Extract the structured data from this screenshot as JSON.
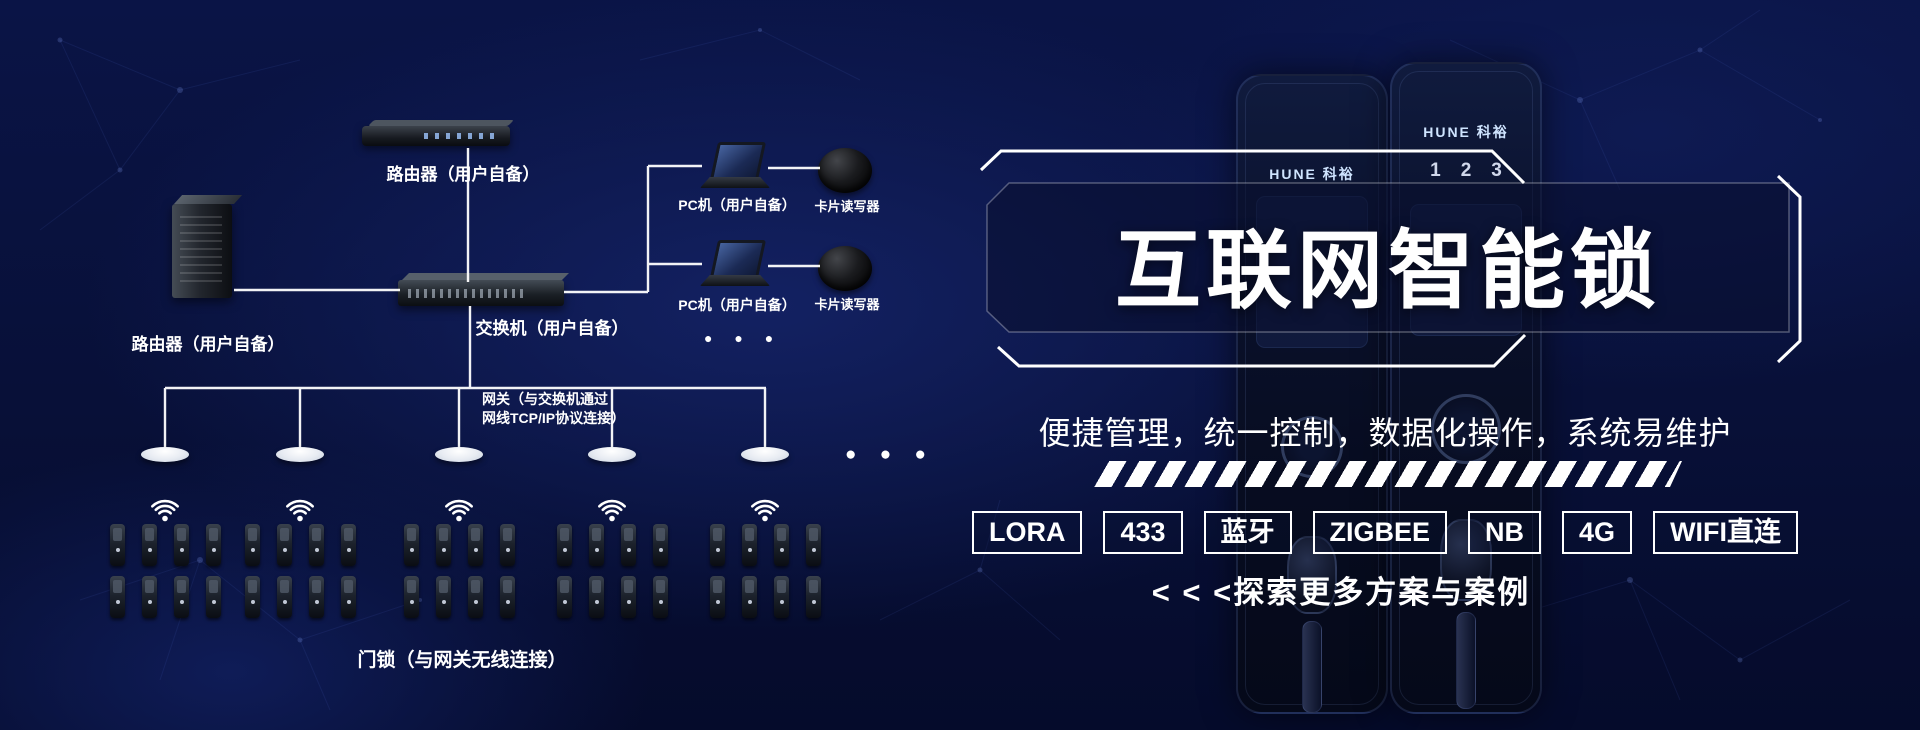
{
  "colors": {
    "background": "#081038",
    "accent": "#ffffff",
    "panel_fill": "#0a102c"
  },
  "diagram": {
    "server": {
      "label": "路由器（用户自备）"
    },
    "router": {
      "label": "路由器（用户自备）"
    },
    "switch": {
      "label": "交换机（用户自备）"
    },
    "pcs": [
      {
        "label": "PC机（用户自备）"
      },
      {
        "label": "PC机（用户自备）"
      }
    ],
    "readers": [
      {
        "label": "卡片读写器"
      },
      {
        "label": "卡片读写器"
      }
    ],
    "pc_ellipsis": "● ● ●",
    "gateway_note": {
      "line1": "网关（与交换机通过",
      "line2": "网线TCP/IP协议连接）"
    },
    "gateway_ellipsis": "● ● ●",
    "locks_label": "门锁（与网关无线连接）"
  },
  "promo": {
    "title": "互联网智能锁",
    "subtitle": "便捷管理，统一控制，数据化操作，系统易维护",
    "tags": [
      "LORA",
      "433",
      "蓝牙",
      "ZIGBEE",
      "NB",
      "4G",
      "WIFI直连"
    ],
    "cta": "< < <探索更多方案与案例",
    "lock_panels": [
      {
        "brand": "HUNE 科裕"
      },
      {
        "brand": "HUNE 科裕",
        "keypad_row": "123"
      }
    ]
  }
}
